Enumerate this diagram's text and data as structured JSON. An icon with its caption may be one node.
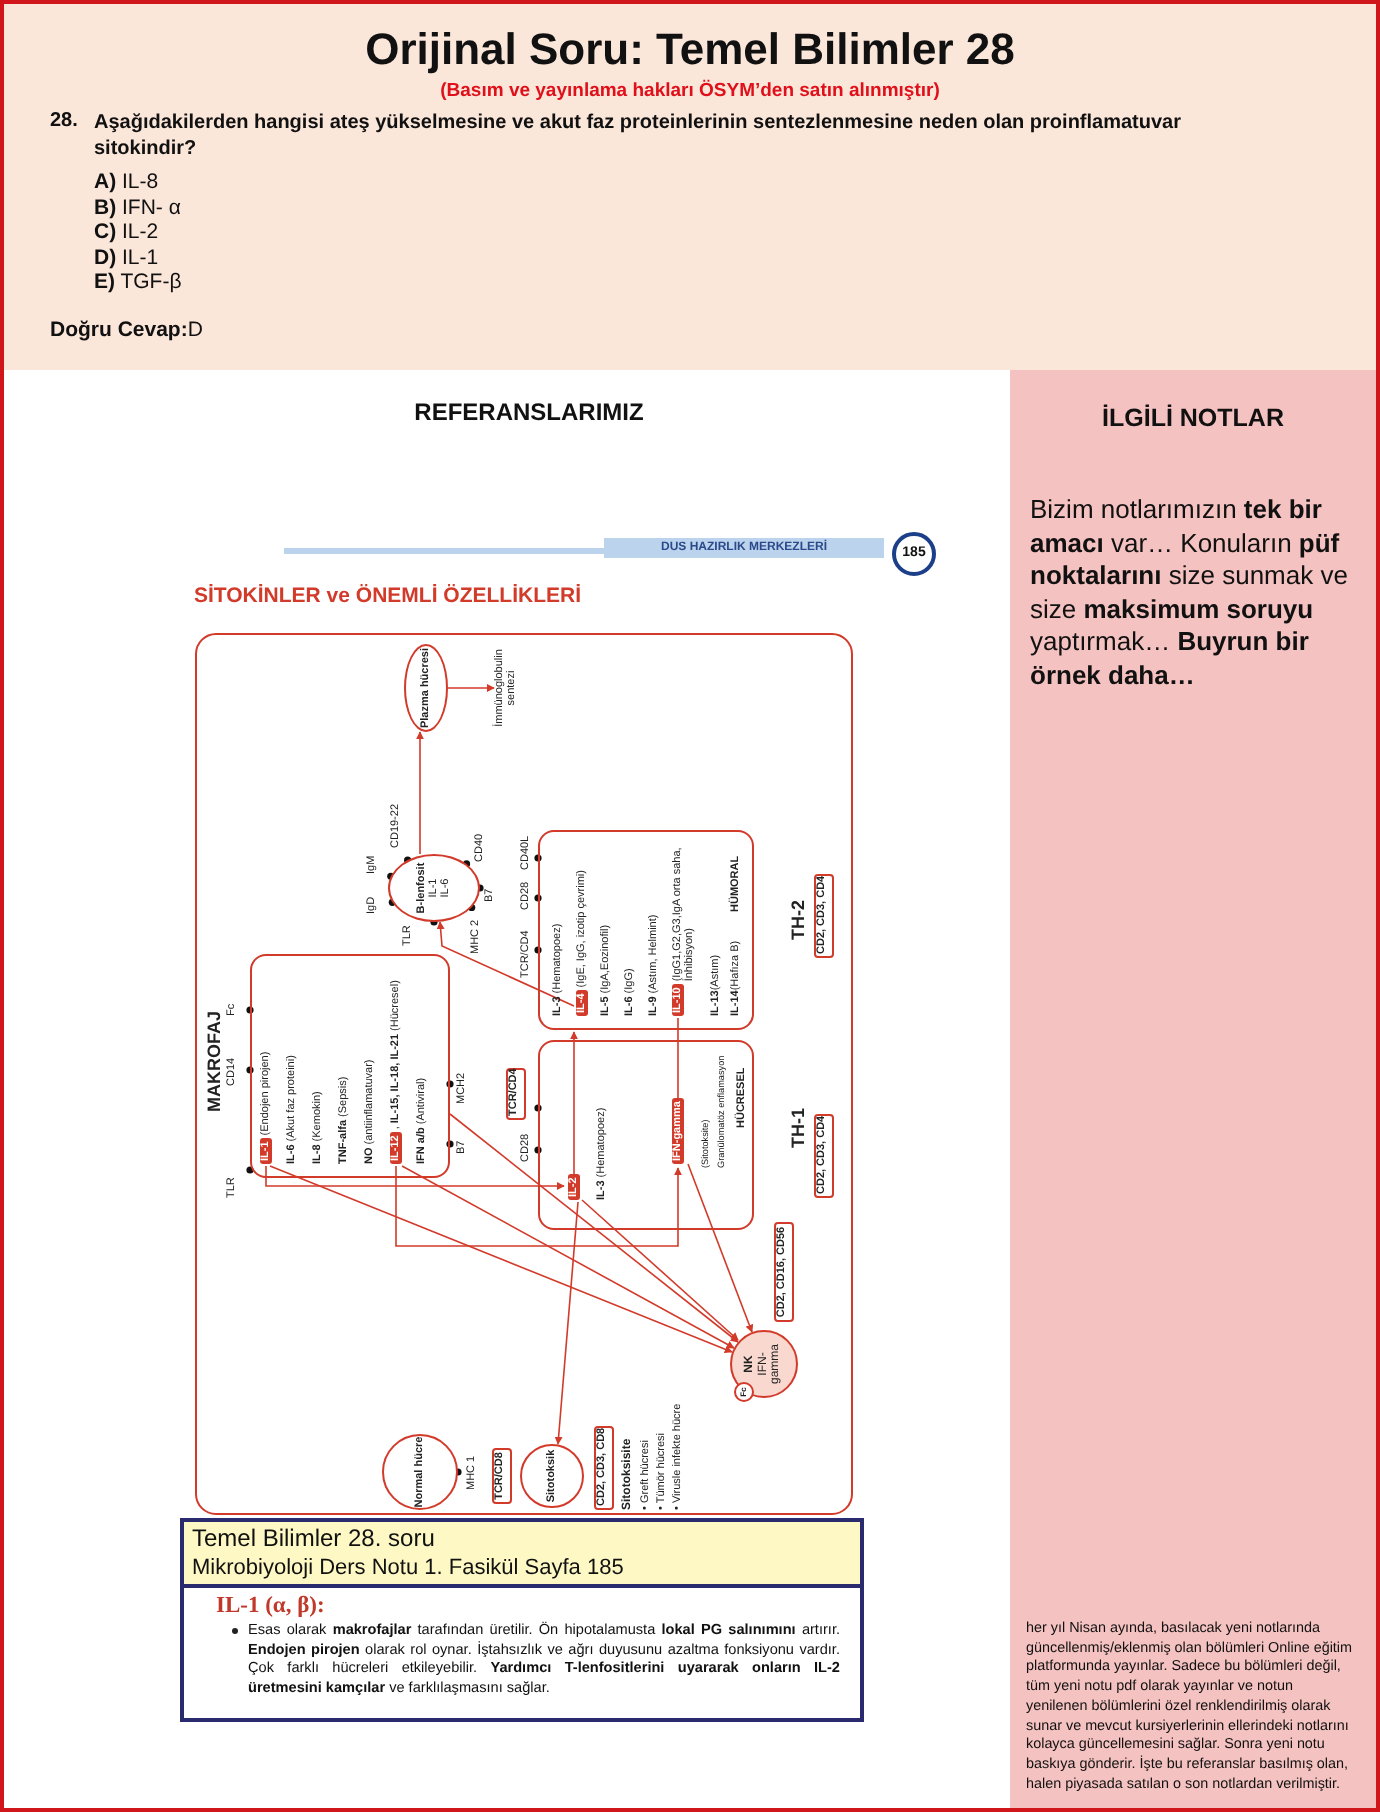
{
  "diagram": {
    "title": "Orijinal Soru: Temel Bilimler 28",
    "nodes": [
      {
        "text": [
          "Plazma hücresi"
        ]
      },
      {
        "text": [
          "İmmünoglobulin sentezi"
        ]
      },
      {
        "text": [
          "B-lenfosit",
          "IL-1",
          "IL-6"
        ]
      },
      {
        "text": [
          "MAKROFAJ",
          "**IL-6** (Akut faz proteini)",
          "**IL-8** (Kemokin)",
          "**TNF-alfa** (Sepsis)",
          "**NO** (antiinflamatuvar)",
          "**IFN a/b** (Antiviral)"
        ]
      },
      {
        "text": [
          "IL-1"
        ],
        "beside": [
          "(Endojen pirojen)"
        ],
        "in": 3
      },
      {
        "text": [
          "IL-12"
        ],
        "beside": [
          ", **IL-15, IL-18, IL-21** (Hücresel)"
        ],
        "in": 3
      },
      {
        "text": [
          "TH-2",
          "**IL-3** (Hematopoez)",
          "**IL-5** (IgA,Eozinofil)",
          "**IL-6** (IgG)",
          "**IL-9** (Astım, Helmint)",
          "**IL-13**(Astım)",
          "**IL-14**(Hafıza B)",
          "HÜMORAL"
        ]
      },
      {
        "text": [
          "IL-4"
        ],
        "beside": [
          "(IgE, IgG, izotip çevrimi)"
        ],
        "in": 6
      },
      {
        "text": [
          "IL-10"
        ],
        "beside": [
          "(IgG1,G2,G3,IgA orta saha, İnhibisyon)"
        ],
        "in": 6
      },
      {
        "text": [
          "CD2, CD3, CD4"
        ]
      },
      {
        "text": [
          "TH-1",
          "**IL-3** (Hematopoez)",
          "(Sitotoksite)",
          "Granülomatöz enflamasyon",
          "HÜCRESEL"
        ]
      },
      {
        "text": [
          "IL-2"
        ],
        "in": 10
      },
      {
        "text": [
          "IFN-gamma"
        ],
        "in": 10
      },
      {
        "text": [
          "TCR/CD4"
        ]
      },
      {
        "text": [
          "CD2, CD3, CD4"
        ]
      },
      {
        "text": [
          "NK",
          "IFN- gamma"
        ]
      },
      {
        "text": [
          "Fc"
        ]
      },
      {
        "text": [
          "CD2, CD16, CD56"
        ]
      },
      {
        "text": [
          "Normal hücre"
        ]
      },
      {
        "text": [
          "Sitotoksik"
        ]
      },
      {
        "text": [
          "TCR/CD8"
        ]
      },
      {
        "text": [
          "CD2, CD3, CD8"
        ]
      }
    ],
    "edges": [
      {
        "from": 2,
        "to": 0,
        "arrow": "to"
      },
      {
        "from": 0,
        "to": 1,
        "arrow": "to"
      },
      {
        "from": 7,
        "to": 2,
        "arrow": "to"
      },
      {
        "from": 11,
        "to": 6,
        "arrow": "to"
      },
      {
        "from": 8,
        "to": 12,
        "arrow": "to"
      },
      {
        "from": 4,
        "to": 11,
        "arrow": "to"
      },
      {
        "from": 5,
        "to": 12,
        "arrow": "to"
      },
      {
        "from": 4,
        "to": 15,
        "arrow": "to"
      },
      {
        "from": 5,
        "to": 15,
        "arrow": "to"
      },
      {
        "from": 3,
        "to": 15,
        "arrow": "to"
      },
      {
        "from": 11,
        "to": 15,
        "arrow": "to"
      },
      {
        "from": 12,
        "to": 15,
        "arrow": "to"
      },
      {
        "from": 11,
        "to": 19,
        "arrow": "to"
      }
    ],
    "labels": [
      "(Basım ve yayınlama hakları ÖSYM’den satın alınmıştır)",
      "28.",
      "Aşağıdakilerden hangisi ateş yükselmesine ve akut faz proteinlerinin sentezlenmesine neden olan proinflamatuvar sitokindir?",
      "**A)** IL-8",
      "**B)** IFN- α",
      "**C)** IL-2",
      "**D)** IL-1",
      "**E)** TGF-β",
      "**Doğru Cevap:**D",
      "REFERANSLARIMIZ",
      "DUS HAZIRLIK MERKEZLERİ",
      "185",
      "SİTOKİNLER ve ÖNEMLİ ÖZELLİKLERİ",
      "TLR",
      "CD14",
      "Fc",
      "B7",
      "MCH2",
      "IgD",
      "IgM",
      "CD19-22",
      "TLR",
      "MHC 2",
      "B7",
      "CD40",
      "TCR/CD4",
      "CD28",
      "CD40L",
      "CD28",
      "MHC 1",
      "Sitotoksisite",
      "• Greft hücresi",
      "• Tümör hücresi",
      "• Virusle infekte hücre",
      "Temel Bilimler 28. soru",
      "Mikrobiyoloji Ders Notu 1. Fasikül Sayfa 185",
      "IL-1 (α, β):",
      "Esas olarak **makrofajlar** tarafından üretilir. Ön hipotalamusta **lokal PG salınımını** artırır. **Endojen pirojen** olarak rol oynar. İştahsızlık ve ağrı duyusunu azaltma fonksiyonu vardır. Çok farklı hücreleri etkileyebilir. **Yardımcı T-lenfositlerini uyararak onların IL-2 üretmesini kamçılar** ve farklılaşmasını sağlar.",
      "İLGİLİ NOTLAR",
      "Bizim notlarımızın **tek bir amacı** var… Konuların **püf noktalarını** size sunmak ve size **maksimum soruyu** yaptırmak… **Buyrun bir örnek daha…**",
      "her yıl Nisan ayında, basılacak yeni notlarında güncellenmiş/eklenmiş olan bölümleri Online eğitim platformunda yayınlar. Sadece bu bölümleri değil, tüm yeni notu pdf olarak yayınlar ve notun yenilenen bölümlerini özel renklendirilmiş olarak sunar ve mevcut kursiyerlerinin ellerindeki notlarını kolayca güncellemesini sağlar. Sonra yeni notu baskıya gönderir. İşte bu referanslar basılmış olan, halen piyasada satılan o son notlardan verilmiştir."
    ]
  }
}
